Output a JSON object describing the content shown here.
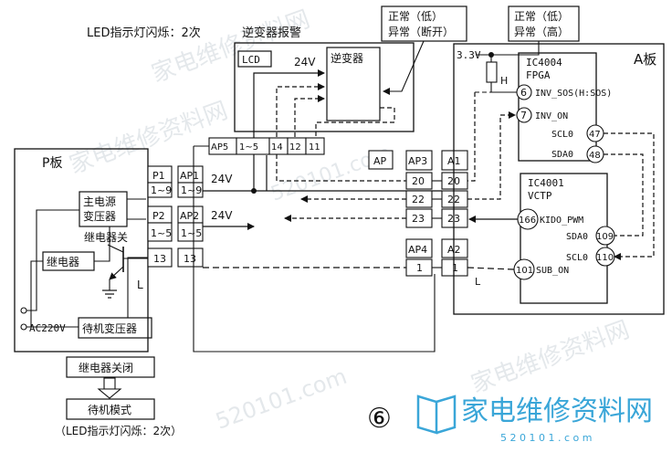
{
  "header": {
    "led_top": "LED指示灯闪烁：2次",
    "inverter_alarm": "逆变器报警"
  },
  "callouts": {
    "left": {
      "line1": "正常（低）",
      "line2": "异常（断开）"
    },
    "right": {
      "line1": "正常（低）",
      "line2": "异常（高）"
    }
  },
  "inverter_box": {
    "lcd": "LCD",
    "voltage": "24V",
    "inverter": "逆变器"
  },
  "boards": {
    "p_board": "P板",
    "a_board": "A板"
  },
  "p_board": {
    "main_transformer_line1": "主电源",
    "main_transformer_line2": "变压器",
    "relay_off": "继电器关",
    "relay": "继电器",
    "standby_transformer": "待机变压器",
    "ac_input": "AC220V",
    "ground_label": "L"
  },
  "connectors": {
    "p1": "P1",
    "p1_pins": "1~9",
    "ap1": "AP1",
    "ap1_pins": "1~9",
    "p2": "P2",
    "p2_pins": "1~5",
    "ap2": "AP2",
    "ap2_pins": "1~5",
    "p_13": "13",
    "ap_13": "13",
    "ap5": "AP5",
    "ap5_pins": [
      "1~5",
      "14",
      "12",
      "11"
    ],
    "ap_label": "AP",
    "ap3": "AP3",
    "ap3_pins": [
      "20",
      "22",
      "23"
    ],
    "a1": "A1",
    "a1_pins": [
      "20",
      "22",
      "23"
    ],
    "ap4": "AP4",
    "ap4_pin": "1",
    "a2": "A2",
    "a2_pin": "1"
  },
  "voltages": {
    "line1": "24V",
    "line2": "24V",
    "supply": "3.3V",
    "h_label": "H",
    "l_label": "L"
  },
  "ic4004": {
    "name": "IC4004",
    "type": "FPGA",
    "pin6_num": "6",
    "pin6_name": "INV_SOS(H:SOS)",
    "pin7_num": "7",
    "pin7_name": "INV_ON",
    "scl_name": "SCL0",
    "scl_num": "47",
    "sda_name": "SDA0",
    "sda_num": "48"
  },
  "ic4001": {
    "name": "IC4001",
    "type": "VCTP",
    "kido_num": "166",
    "kido_name": "KIDO_PWM",
    "sda_name": "SDA0",
    "sda_num": "109",
    "scl_name": "SCL0",
    "scl_num": "110",
    "sub_num": "101",
    "sub_name": "SUB_ON"
  },
  "flow": {
    "relay_close": "继电器关闭",
    "standby_mode": "待机模式",
    "led_bottom": "（LED指示灯闪烁：2次）"
  },
  "figure_number": "⑥",
  "watermark": {
    "cn_text": "家电维修资料网",
    "url_text": "5 2 0 1 0 1 . c o m",
    "faint_url": "520101.com",
    "faint_cn": "家电维修资料网"
  },
  "colors": {
    "line": "#111111",
    "watermark": "#cfd6dc",
    "brand": "#3aa6d8"
  }
}
